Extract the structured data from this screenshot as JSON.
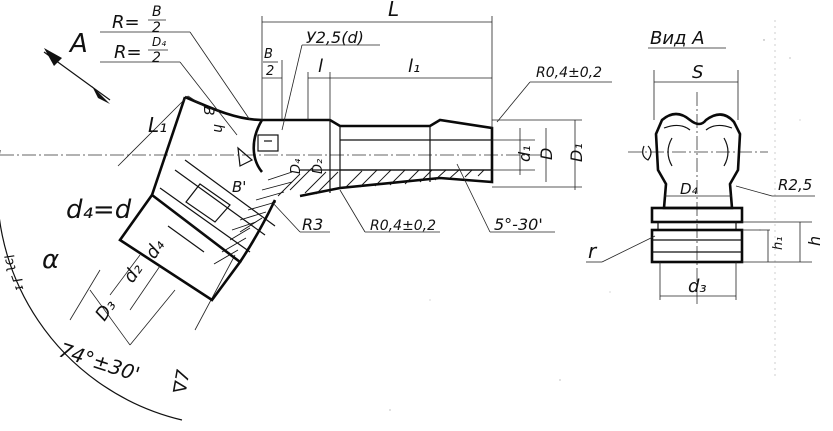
{
  "labels": {
    "view_letter": "A",
    "r_b2_top": "R=",
    "r_b2_b": "B",
    "r_b2_2": "2",
    "r_d4_top": "R=",
    "r_d4_d": "D₄",
    "r_d4_2": "2",
    "L": "L",
    "B_over_2_B": "B",
    "B_over_2_2": "2",
    "y25": "У2,5(d)",
    "l": "l",
    "l1": "l₁",
    "r04_top": "R0,4±0,2",
    "L1": "L₁",
    "B_hole": "B",
    "h_hole": "h",
    "D4_left": "D₄",
    "D2_left": "D₂",
    "B_prime": "B'",
    "d1": "d₁",
    "D": "D",
    "D1": "D₁",
    "d4_eq_d": "d₄=d",
    "alpha": "α",
    "R3": "R3",
    "r04_bottom": "R0,4±0,2",
    "taper": "5°-30'",
    "d4_bottom": "d₄",
    "d2_bottom": "d₂",
    "D3_bottom": "D₃",
    "angle74": "74°±30'",
    "nabla7": "∇7",
    "margin_text": "lɔʅ ⅃ ɪ",
    "view_title": "Вид А",
    "S": "S",
    "D4_view": "D₄",
    "R25": "R2,5",
    "h_view": "h",
    "h1_view": "h₁",
    "r_view": "r",
    "d3_view": "d₃"
  }
}
